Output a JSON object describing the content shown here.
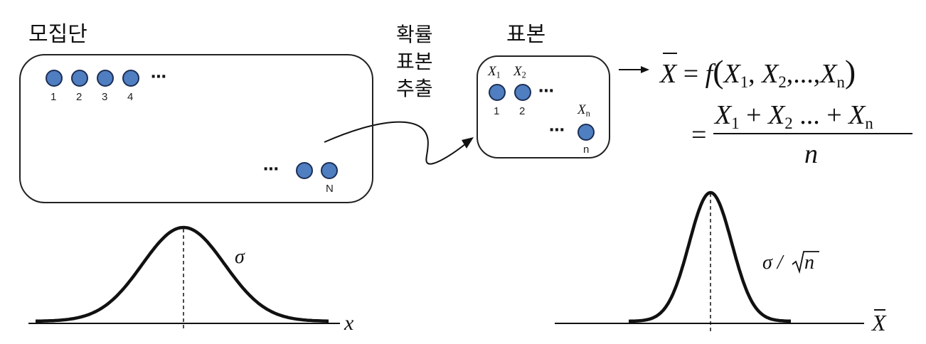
{
  "population": {
    "title": "모집단",
    "indices": [
      "1",
      "2",
      "3",
      "4"
    ],
    "last_index": "N",
    "ellipsis": "⋯"
  },
  "sampling": {
    "label_lines": [
      "확률",
      "표본",
      "추출"
    ]
  },
  "sample": {
    "title": "표본",
    "var_labels": [
      "X",
      "X"
    ],
    "var_subs": [
      "1",
      "2"
    ],
    "indices": [
      "1",
      "2"
    ],
    "last_var": "X",
    "last_sub": "n",
    "last_index": "n",
    "ellipsis": "⋯"
  },
  "formula": {
    "lhs": "X",
    "eq": "=",
    "f": "f",
    "args": "X",
    "sub1": "1",
    "sub2": "2",
    "dots": "...,",
    "subn": "n",
    "numerator": "X",
    "plus": "+",
    "mid_dots": "... +",
    "denominator": "n"
  },
  "population_curve": {
    "spread_label": "σ",
    "axis_label": "x"
  },
  "sample_curve": {
    "spread_label": "σ /",
    "sqrt_arg": "n",
    "axis_label": "X"
  },
  "colors": {
    "dot_fill": "#4f7ec1",
    "dot_stroke": "#1c2f55",
    "line": "#111111"
  }
}
